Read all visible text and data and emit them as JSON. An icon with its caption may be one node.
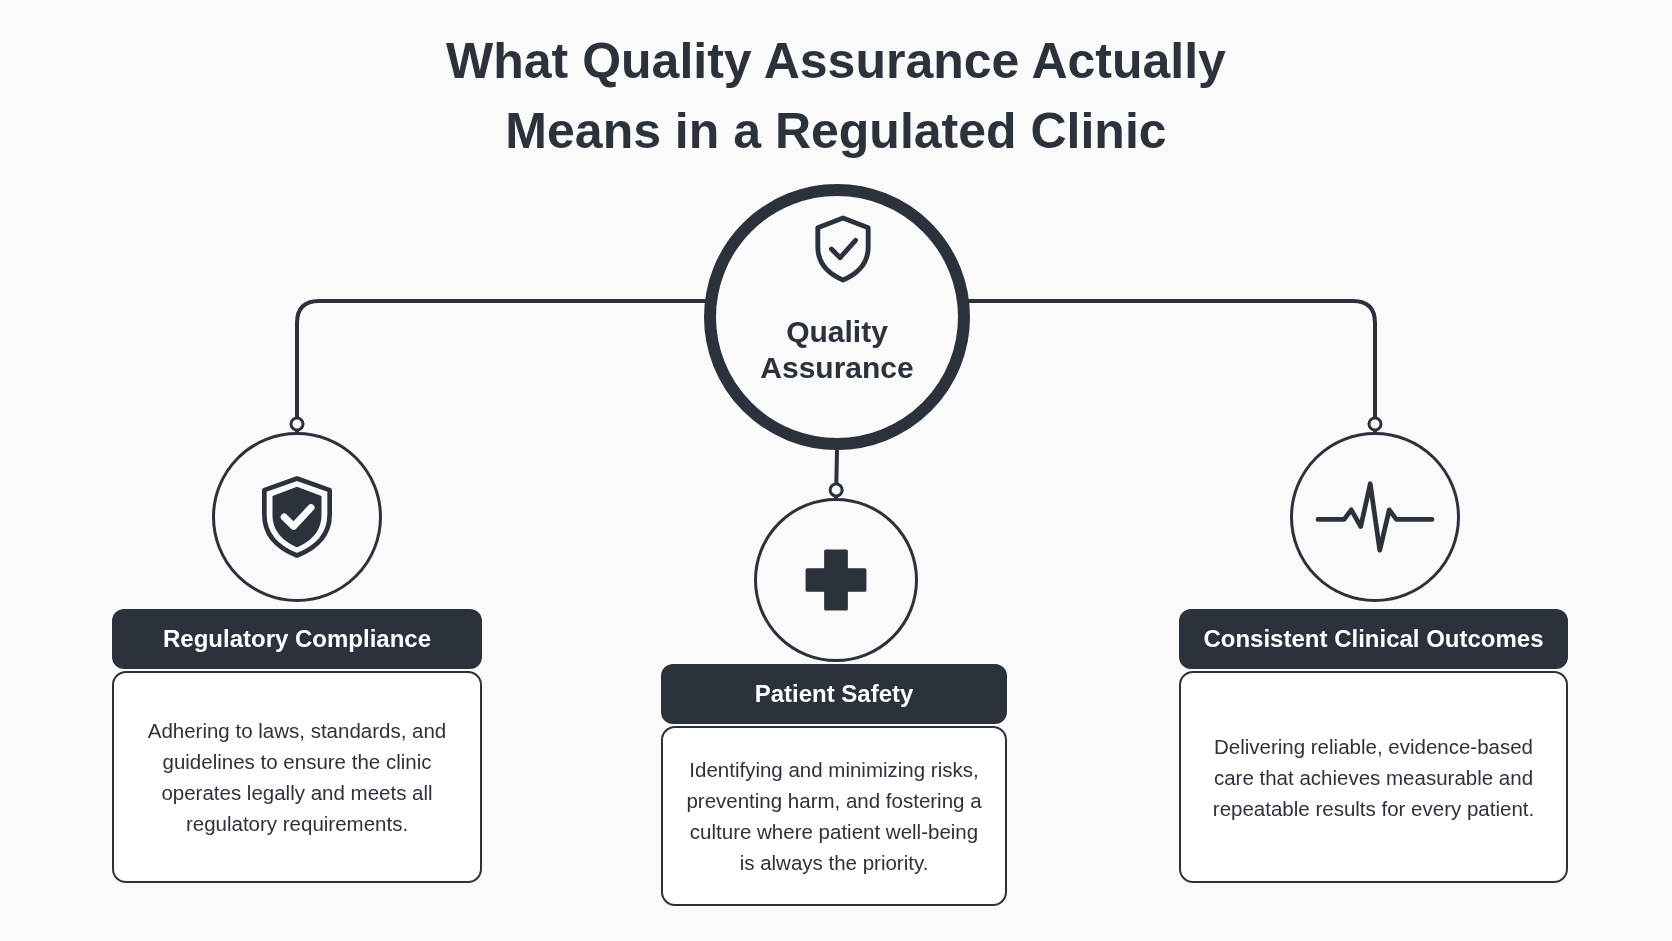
{
  "diagram": {
    "title": "What Quality Assurance Actually Means in a Regulated Clinic",
    "nodes": [
      {
        "text": [
          "Quality Assurance"
        ]
      },
      {
        "text": [],
        "shape": "circle"
      },
      {
        "text": [
          "Regulatory Compliance",
          "Adhering to laws, standards, and guidelines to ensure the clinic operates legally and meets all regulatory requirements."
        ]
      },
      {
        "text": [],
        "shape": "circle"
      },
      {
        "text": [
          "Patient Safety",
          "Identifying and minimizing risks, preventing harm, and fostering a culture where patient well-being is always the priority."
        ]
      },
      {
        "text": [],
        "shape": "circle"
      },
      {
        "text": [
          "Consistent Clinical Outcomes",
          "Delivering reliable, evidence-based care that achieves measurable and repeatable results for every patient."
        ]
      }
    ],
    "edges": [
      {
        "from": 0,
        "to": 1,
        "arrow": "other"
      },
      {
        "from": 0,
        "to": 3,
        "arrow": "other"
      },
      {
        "from": 0,
        "to": 5,
        "arrow": "other"
      }
    ]
  }
}
